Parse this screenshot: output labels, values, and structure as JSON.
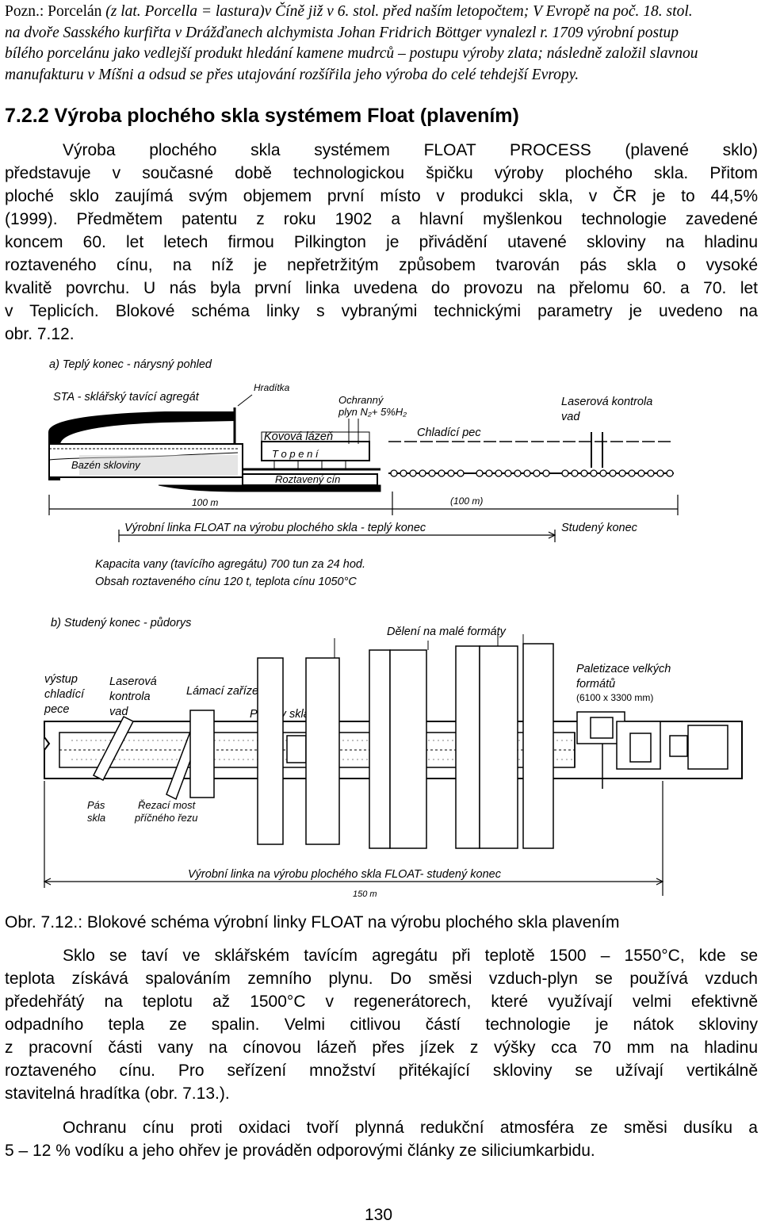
{
  "note": {
    "lead": "Pozn.: Porcelán",
    "lines": [
      " (z lat. Porcella = lastura)v Číně již v 6. stol. před naším letopočtem; V Evropě na poč. 18. stol.",
      "na dvoře Sasského kurfiřta v Drážďanech  alchymista Johan Fridrich Böttger vynalezl r. 1709 výrobní postup",
      "bílého porcelánu jako vedlejší produkt hledání kamene mudrců – postupu výroby zlata; následně založil slavnou",
      "manufakturu v Míšni a odsud se přes utajování rozšířila jeho výroba do celé tehdejší  Evropy."
    ]
  },
  "heading": "7.2.2 Výroba plochého skla systémem Float (plavením)",
  "para1": [
    "Výroba plochého skla systémem FLOAT PROCESS (plavené sklo)",
    "představuje v současné době technologickou špičku výroby plochého skla. Přitom",
    "ploché sklo zaujímá svým objemem první místo v produkci skla, v ČR je to 44,5%",
    "(1999). Předmětem patentu z roku 1902 a hlavní myšlenkou technologie zavedené",
    "koncem 60. let letech firmou Pilkington je přivádění utavené skloviny na hladinu",
    "roztaveného cínu, na níž je nepřetržitým způsobem tvarován pás skla o vysoké",
    "kvalitě povrchu. U nás byla první linka uvedena do provozu na přelomu 60. a 70. let",
    "v Teplicích. Blokové schéma linky s vybranými technickými parametry je uvedeno na",
    "obr. 7.12."
  ],
  "figure": {
    "part_a": {
      "title": "a) Teplý konec - nárysný pohled",
      "sta": "STA - sklářský tavící agregát",
      "hradítka": "Hradítka",
      "ochranny1": "Ochranný",
      "ochranny2": "plyn N₂+ 5%H₂",
      "laser1": "Laserová kontrola",
      "laser2": "vad",
      "chladici": "Chladící pec",
      "kovova": "Kovová lázeň",
      "topeni": "T o p e n í",
      "bazen": "Bazén skloviny",
      "roztaveny": "Roztavený cín",
      "len100": "100 m",
      "len100b": "(100 m)",
      "line_label": "Výrobní linka FLOAT na výrobu plochého skla - teplý konec",
      "studeny": "Studený konec",
      "kapacita": "Kapacita vany (tavícího agregátu)    700 tun za 24 hod.",
      "obsah": "Obsah roztaveného cínu     120 t, teplota cínu 1050°C"
    },
    "part_b": {
      "title": "b) Studený konec - půdorys",
      "deleni": "Dělení na malé formáty",
      "vystup1": "výstup",
      "vystup2": "chladící",
      "vystup3": "pece",
      "laserova1": "Laserová",
      "laserova2": "kontrola",
      "laserova3": "vad",
      "lamaci": "Lámací zařízení",
      "prirezy": "Přířezy skla",
      "paletizace1": "Paletizace velkých",
      "paletizace2": "formátů",
      "paletizace3": "(6100 x 3300 mm)",
      "pas1": "Pás",
      "pas2": "skla",
      "rezaci1": "Řezací most",
      "rezaci2": "příčného řezu",
      "line_label": "Výrobní linka na výrobu plochého skla FLOAT- studený konec",
      "len150": "150 m"
    }
  },
  "caption": "Obr. 7.12.: Blokové schéma výrobní linky FLOAT na výrobu plochého skla plavením",
  "para2": [
    "Sklo se taví ve sklářském tavícím agregátu při teplotě 1500 – 1550°C, kde se",
    "teplota získává spalováním zemního plynu. Do směsi vzduch-plyn se používá vzduch",
    "předehřátý na teplotu až 1500°C v regenerátorech, které využívají velmi efektivně",
    "odpadního tepla ze spalin. Velmi citlivou částí technologie je nátok skloviny",
    "z pracovní části vany na cínovou lázeň přes jízek z výšky cca 70 mm na hladinu",
    "roztaveného cínu. Pro seřízení množství přitékající skloviny se užívají vertikálně",
    "stavitelná hradítka (obr. 7.13.)."
  ],
  "para3": [
    "Ochranu cínu proti oxidaci tvoří plynná redukční atmosféra ze směsi dusíku a",
    "5 – 12 % vodíku a jeho ohřev je prováděn odporovými články ze siliciumkarbidu."
  ],
  "page_number": "130"
}
